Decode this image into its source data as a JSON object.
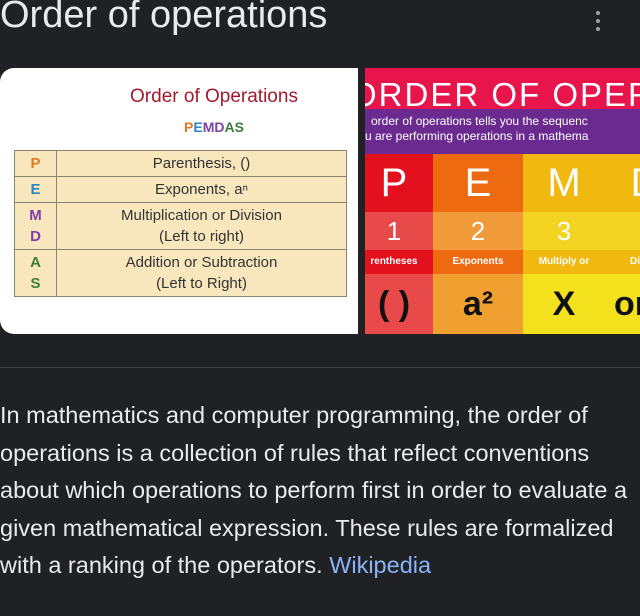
{
  "header": {
    "title": "Order of operations",
    "menu_icon": "more-vert-icon"
  },
  "image1": {
    "title": "Order of Operations",
    "subtitle": [
      "P",
      "E",
      "M",
      "D",
      "A",
      "S"
    ],
    "subtitle_colors": [
      "#e07b1e",
      "#2a86c4",
      "#7d3fa8",
      "#7d3fa8",
      "#3f7d3a",
      "#3f7d3a"
    ],
    "rows": [
      {
        "letters": "P",
        "text": "Parenthesis, ()"
      },
      {
        "letters": "E",
        "text": "Exponents, aⁿ"
      },
      {
        "letters": "M\nD",
        "text": "Multiplication or Division\n(Left to right)"
      },
      {
        "letters": "A\nS",
        "text": "Addition or Subtraction\n(Left to Right)"
      }
    ]
  },
  "image2": {
    "title": "ORDER OF OPERA",
    "desc_line1": "order of operations tells you the sequenc",
    "desc_line2": "u are performing operations in a mathema",
    "columns": [
      {
        "letter": "P",
        "num": "1",
        "word": "rentheses",
        "symbol": "( )",
        "colors": [
          "#e3101d",
          "#e84a4a",
          "#e3101d",
          "#e84a4a"
        ]
      },
      {
        "letter": "E",
        "num": "2",
        "word": "Exponents",
        "symbol": "a²",
        "colors": [
          "#ee6a10",
          "#f19a3a",
          "#ee6a10",
          "#f0a030"
        ]
      },
      {
        "letter": "M",
        "num": "3",
        "word": "Multiply or",
        "symbol": "X",
        "colors": [
          "#f1b90f",
          "#f3d423",
          "#f1b90f",
          "#f4e11e"
        ]
      },
      {
        "letter": "D",
        "num": "",
        "word": "Divide",
        "symbol": "or ÷",
        "colors": [
          "#f1b90f",
          "#f3d423",
          "#f1b90f",
          "#f4e11e"
        ]
      }
    ]
  },
  "description": {
    "text": "In mathematics and computer programming, the order of operations is a collection of rules that reflect conventions about which operations to perform first in order to evaluate a given mathematical expression. These rules are formalized with a ranking of the operators.",
    "source_link": "Wikipedia"
  }
}
